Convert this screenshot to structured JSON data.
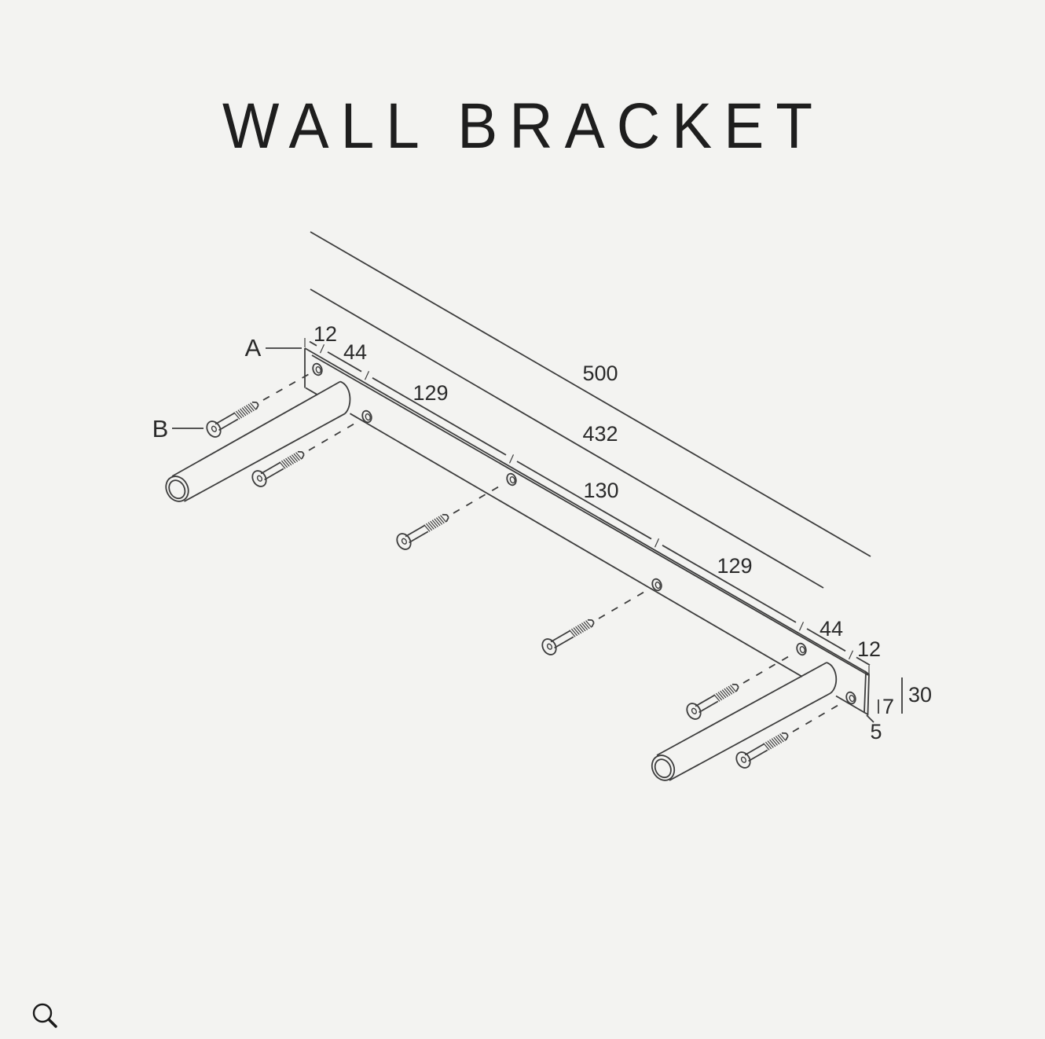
{
  "title": "WALL BRACKET",
  "background_color": "#f3f3f1",
  "line_color": "#3d3d3d",
  "part_labels": {
    "bracket": "A",
    "screw": "B"
  },
  "dimensions": {
    "overall_length": "500",
    "outer_hole_span": "432",
    "center_hole_spacing": "130",
    "left_hole_spacing": "129",
    "right_hole_spacing": "129",
    "left_end_to_hole": "44",
    "right_end_to_hole": "44",
    "left_edge_offset": "12",
    "right_edge_offset": "12",
    "bar_height": "30",
    "hole_to_edge": "7",
    "bar_thickness": "5"
  },
  "icons": {
    "zoom": "search-icon"
  }
}
